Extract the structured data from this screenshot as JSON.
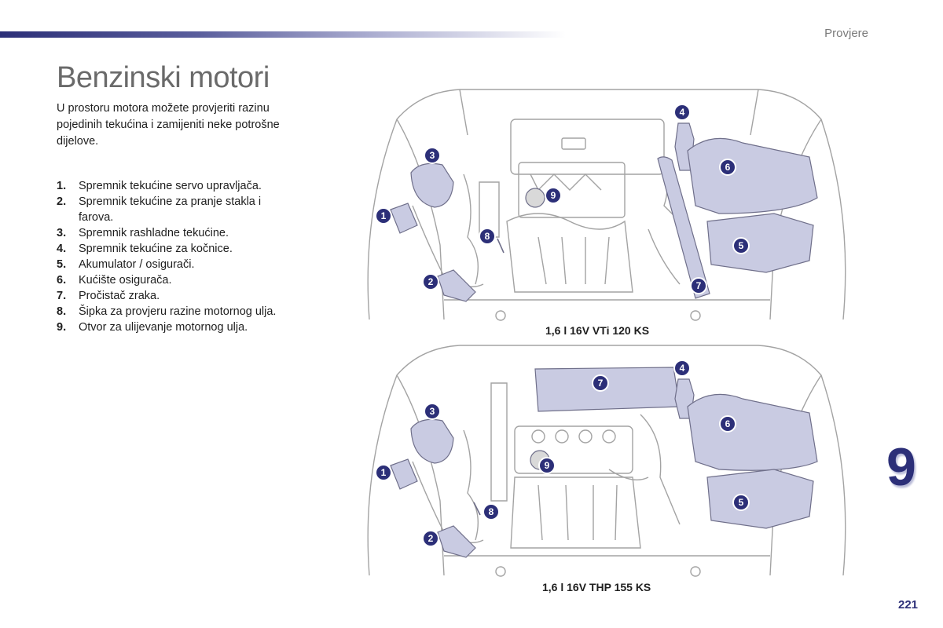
{
  "header": {
    "section_label": "Provjere"
  },
  "page": {
    "title": "Benzinski motori",
    "intro": "U prostoru motora možete provjeriti razinu pojedinih tekućina i zamijeniti neke potrošne dijelove.",
    "chapter_number": "9",
    "page_number": "221"
  },
  "parts": [
    {
      "num": "1.",
      "label": "Spremnik tekućine servo upravljača."
    },
    {
      "num": "2.",
      "label": "Spremnik tekućine za pranje stakla i farova."
    },
    {
      "num": "3.",
      "label": "Spremnik rashladne tekućine."
    },
    {
      "num": "4.",
      "label": "Spremnik tekućine za kočnice."
    },
    {
      "num": "5.",
      "label": "Akumulator / osigurači."
    },
    {
      "num": "6.",
      "label": "Kućište osigurača."
    },
    {
      "num": "7.",
      "label": "Pročistač zraka."
    },
    {
      "num": "8.",
      "label": "Šipka za provjeru razine motornog ulja."
    },
    {
      "num": "9.",
      "label": "Otvor za ulijevanje motornog ulja."
    }
  ],
  "diagrams": [
    {
      "caption": "1,6 l 16V VTi 120 KS",
      "markers": [
        "1",
        "2",
        "3",
        "4",
        "5",
        "6",
        "7",
        "8",
        "9"
      ]
    },
    {
      "caption": "1,6 l 16V THP 155 KS",
      "markers": [
        "1",
        "2",
        "3",
        "4",
        "5",
        "6",
        "7",
        "8",
        "9"
      ]
    }
  ],
  "colors": {
    "accent": "#2c2f78",
    "component_fill": "#c9cbe2",
    "line": "#9a9a9a"
  }
}
